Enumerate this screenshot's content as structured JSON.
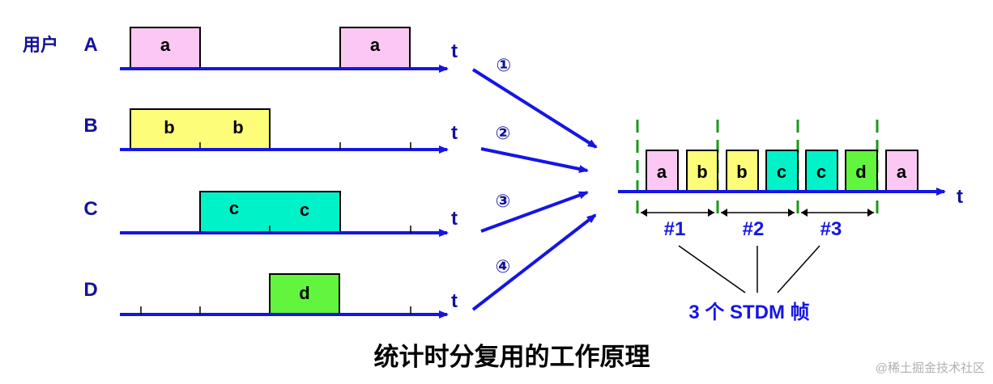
{
  "diagram": {
    "user_prefix": "用户",
    "users": [
      {
        "id": "A",
        "axis_label": "t",
        "slots": [
          {
            "label": "a",
            "fill": "#fbc8f3"
          },
          {
            "label": "a",
            "fill": "#fbc8f3"
          }
        ]
      },
      {
        "id": "B",
        "axis_label": "t",
        "slots": [
          {
            "label": "b",
            "fill": "#fdfd7a"
          },
          {
            "label": "b",
            "fill": "#fdfd7a"
          }
        ]
      },
      {
        "id": "C",
        "axis_label": "t",
        "slots": [
          {
            "label": "c",
            "fill": "#00f2c8"
          },
          {
            "label": "c",
            "fill": "#00f2c8"
          }
        ]
      },
      {
        "id": "D",
        "axis_label": "t",
        "slots": [
          {
            "label": "d",
            "fill": "#62f53d"
          }
        ]
      }
    ],
    "input_markers": [
      "①",
      "②",
      "③",
      "④"
    ],
    "output": {
      "axis_label": "t",
      "slots": [
        {
          "label": "a",
          "fill": "#fbc8f3"
        },
        {
          "label": "b",
          "fill": "#fdfd7a"
        },
        {
          "label": "b",
          "fill": "#fdfd7a"
        },
        {
          "label": "c",
          "fill": "#00f2c8"
        },
        {
          "label": "c",
          "fill": "#00f2c8"
        },
        {
          "label": "d",
          "fill": "#62f53d"
        },
        {
          "label": "a",
          "fill": "#fbc8f3"
        }
      ],
      "frames": [
        "#1",
        "#2",
        "#3"
      ],
      "frames_caption": "3 个 STDM 帧"
    },
    "caption": "统计时分复用的工作原理",
    "watermark": "@稀土掘金技术社区"
  },
  "colors": {
    "axis_blue": "#1515e6",
    "label_navy": "#12129a",
    "frame_marker_green": "#1a9a1a",
    "text_black": "#000000",
    "watermark_gray": "#b0b0b0"
  }
}
